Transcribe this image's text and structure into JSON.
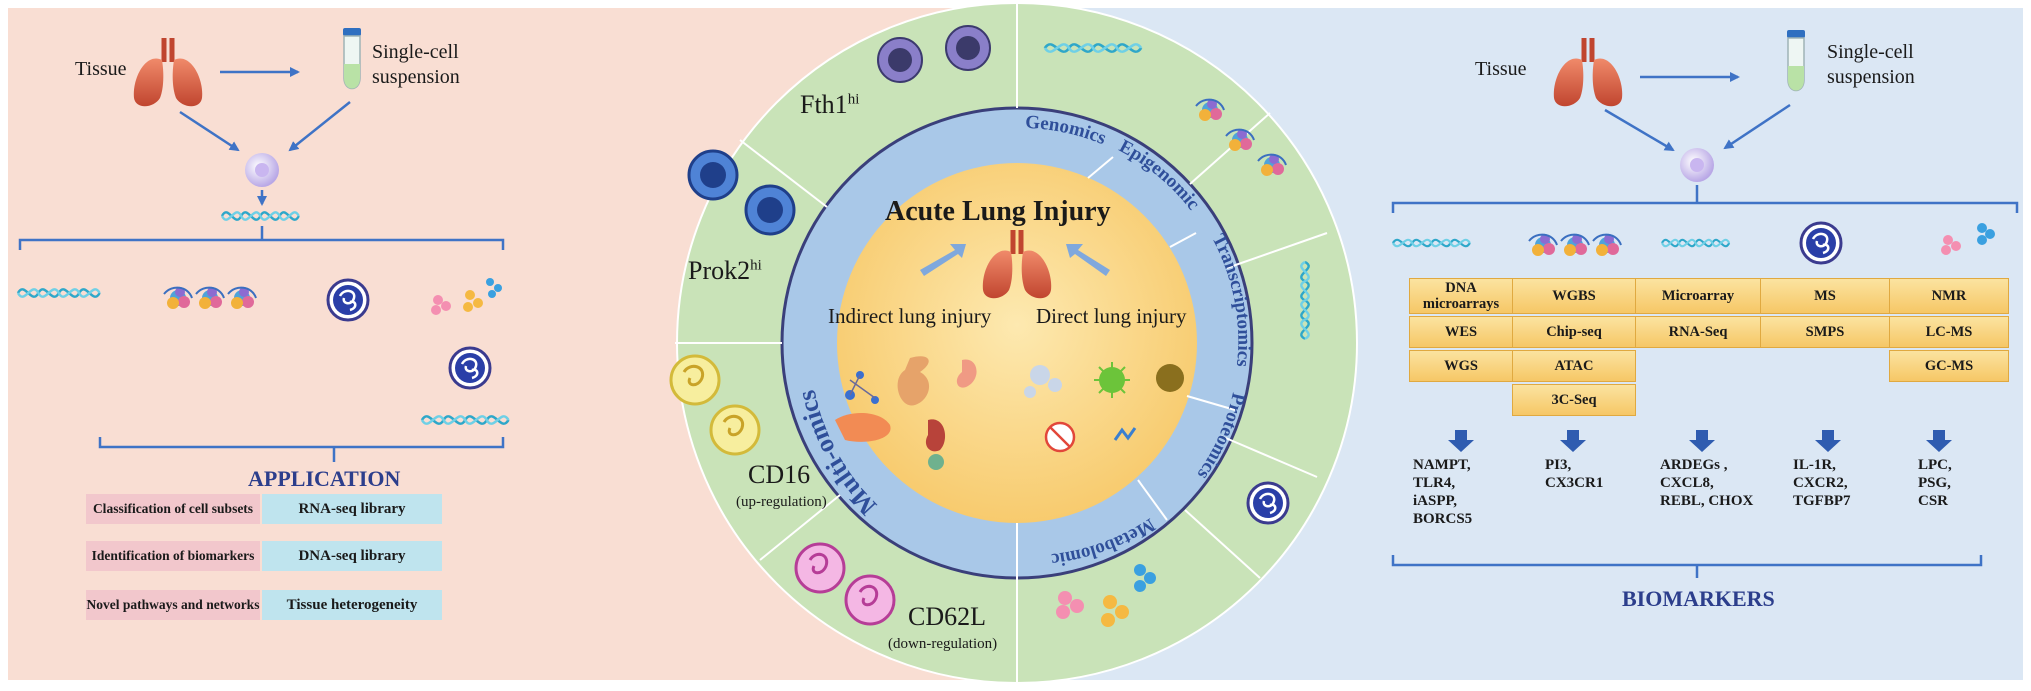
{
  "colors": {
    "left_panel": "#f9ded3",
    "right_panel": "#dbe7f4",
    "outer_ring": "#c9e3b8",
    "middle_ring": "#a9c8e8",
    "center": "#fbd888",
    "arrow": "#3f73c6"
  },
  "left": {
    "tissue": "Tissue",
    "suspension_line1": "Single-cell",
    "suspension_line2": "suspension",
    "heading": "APPLICATION",
    "rows": [
      {
        "left": "Classification of cell subsets",
        "right": "RNA-seq library"
      },
      {
        "left": "Identification of biomarkers",
        "right": "DNA-seq library"
      },
      {
        "left": "Novel pathways and networks",
        "right": "Tissue heterogeneity"
      }
    ]
  },
  "center": {
    "title": "Acute Lung Injury",
    "indirect": "Indirect lung injury",
    "direct": "Direct lung injury",
    "omics": [
      "Genomics",
      "Epigenomic",
      "Transcriptomics",
      "Proteomics",
      "Metabolomic",
      "Multi-omics"
    ],
    "markers": {
      "fth1": "Fth1",
      "fth1_sup": "hi",
      "prok2": "Prok2",
      "prok2_sup": "hi",
      "cd16": "CD16",
      "cd16_sub": "(up-regulation)",
      "cd62l": "CD62L",
      "cd62l_sub": "(down-regulation)"
    }
  },
  "right": {
    "tissue": "Tissue",
    "suspension_line1": "Single-cell",
    "suspension_line2": "suspension",
    "heading": "BIOMARKERS",
    "columns": [
      {
        "methods": [
          "DNA microarrays",
          "WES",
          "WGS"
        ],
        "markers": "NAMPT,\nTLR4,\niASPP,\nBORCS5"
      },
      {
        "methods": [
          "WGBS",
          "Chip-seq",
          "ATAC",
          "3C-Seq"
        ],
        "markers": "PI3,\nCX3CR1"
      },
      {
        "methods": [
          "Microarray",
          "RNA-Seq"
        ],
        "markers": "ARDEGs ,\nCXCL8,\nREBL, CHOX"
      },
      {
        "methods": [
          "MS",
          "SMPS"
        ],
        "markers": "IL-1R,\nCXCR2,\nTGFBP7"
      },
      {
        "methods": [
          "NMR",
          "LC-MS",
          "GC-MS"
        ],
        "markers": "LPC,\nPSG,\nCSR"
      }
    ]
  }
}
